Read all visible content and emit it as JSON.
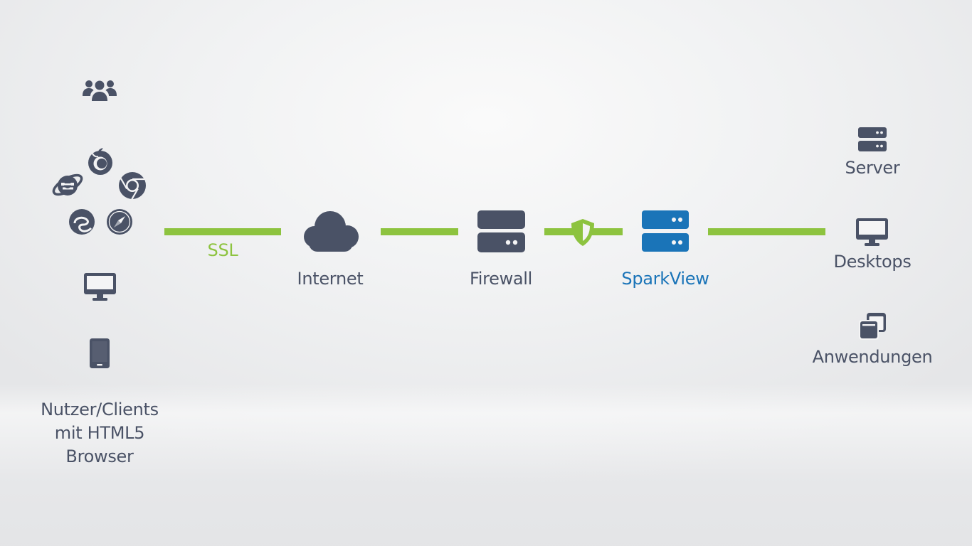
{
  "colors": {
    "icon": "#4a5266",
    "accent_green": "#8dc33f",
    "accent_blue": "#1a74b8"
  },
  "clients": {
    "icons": [
      "users-icon",
      "firefox-icon",
      "internet-explorer-icon",
      "chrome-icon",
      "edge-icon",
      "safari-icon",
      "desktop-monitor-icon",
      "tablet-icon"
    ],
    "label_lines": [
      "Nutzer/Clients",
      "mit HTML5",
      "Browser"
    ]
  },
  "connection": {
    "ssl_label": "SSL"
  },
  "nodes": {
    "internet": {
      "label": "Internet",
      "icon": "cloud-icon"
    },
    "firewall": {
      "label": "Firewall",
      "icon": "firewall-icon"
    },
    "security": {
      "icon": "shield-icon"
    },
    "sparkview": {
      "label": "SparkView",
      "icon": "server-icon"
    }
  },
  "targets": [
    {
      "label": "Server",
      "icon": "server-icon"
    },
    {
      "label": "Desktops",
      "icon": "monitor-icon"
    },
    {
      "label": "Anwendungen",
      "icon": "windows-icon"
    }
  ]
}
